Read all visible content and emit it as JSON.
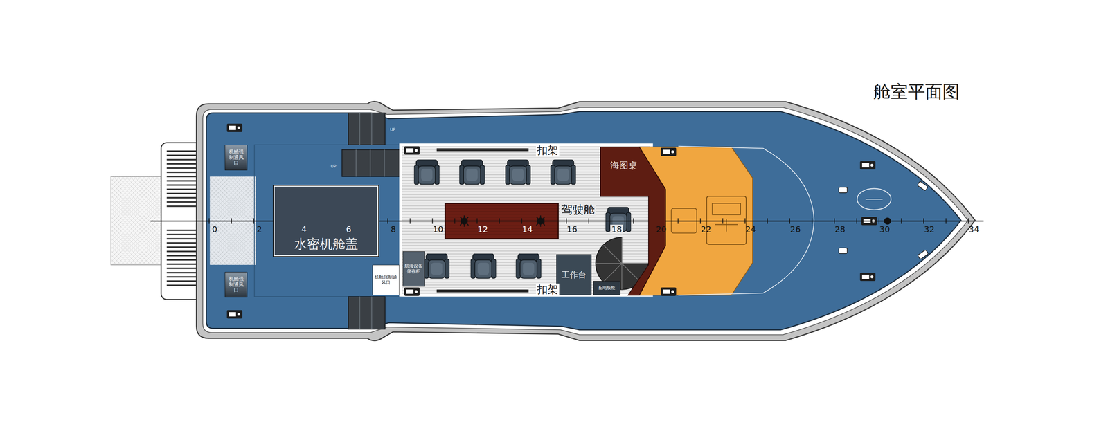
{
  "diagram": {
    "title": "舱室平面图",
    "nodes": [
      {
        "text": [
          "机舱强制通风口"
        ]
      },
      {
        "text": [
          "机舱强制通风口"
        ]
      },
      {
        "text": [
          "水密机舱盖"
        ]
      },
      {
        "text": [
          "机舱强制通风口"
        ]
      },
      {
        "text": [
          "航海设备储存柜"
        ]
      },
      {
        "text": [
          "工作台"
        ]
      },
      {
        "text": [
          "配电板柜"
        ]
      },
      {
        "text": [
          "海图桌"
        ]
      }
    ],
    "labels": [
      "扣架",
      "扣架",
      "驾驶舱",
      "UP",
      "UP",
      "0",
      "2",
      "4",
      "6",
      "8",
      "10",
      "12",
      "14",
      "16",
      "18",
      "20",
      "22",
      "24",
      "26",
      "28",
      "30",
      "32",
      "34"
    ]
  }
}
